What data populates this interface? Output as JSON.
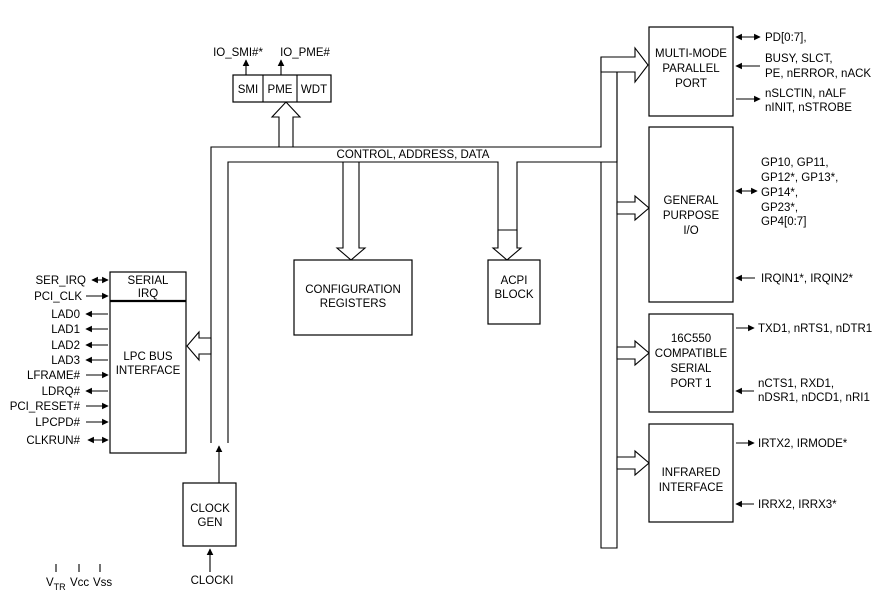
{
  "bus_label": "CONTROL, ADDRESS, DATA",
  "top": {
    "io_smi": "IO_SMI#*",
    "io_pme": "IO_PME#",
    "smi": "SMI",
    "pme": "PME",
    "wdt": "WDT"
  },
  "blocks": {
    "serial_irq": [
      "SERIAL",
      "IRQ"
    ],
    "lpc": [
      "LPC BUS",
      "INTERFACE"
    ],
    "config": [
      "CONFIGURATION",
      "REGISTERS"
    ],
    "acpi": [
      "ACPI",
      "BLOCK"
    ],
    "clock_gen": [
      "CLOCK",
      "GEN"
    ],
    "parallel": [
      "MULTI-MODE",
      "PARALLEL",
      "PORT"
    ],
    "gpio": [
      "GENERAL",
      "PURPOSE",
      "I/O"
    ],
    "serial": [
      "16C550",
      "COMPATIBLE",
      "SERIAL",
      "PORT 1"
    ],
    "infrared": [
      "INFRARED",
      "INTERFACE"
    ]
  },
  "lpc_signals": {
    "ser_irq": "SER_IRQ",
    "pci_clk": "PCI_CLK",
    "lad0": "LAD0",
    "lad1": "LAD1",
    "lad2": "LAD2",
    "lad3": "LAD3",
    "lframe": "LFRAME#",
    "ldrq": "LDRQ#",
    "pci_reset": "PCI_RESET#",
    "lpcpd": "LPCPD#",
    "clkrun": "CLKRUN#"
  },
  "clocki": "CLOCKI",
  "power": {
    "vtr_main": "V",
    "vtr_sub": "TR",
    "vcc": "Vcc",
    "vss": "Vss"
  },
  "parallel_signals": {
    "pd": "PD[0:7],",
    "in1": "BUSY, SLCT,",
    "in2": "PE, nERROR, nACK",
    "out1": "nSLCTIN, nALF",
    "out2": "nINIT, nSTROBE"
  },
  "gpio_signals": {
    "gp1": "GP10, GP11,",
    "gp2": "GP12*, GP13*,",
    "gp3": "GP14*,",
    "gp4": "GP23*,",
    "gp5": "GP4[0:7]",
    "irq": "IRQIN1*, IRQIN2*"
  },
  "serial_signals": {
    "out": "TXD1, nRTS1, nDTR1",
    "in1": "nCTS1, RXD1,",
    "in2": "nDSR1, nDCD1, nRI1"
  },
  "ir_signals": {
    "out": "IRTX2, IRMODE*",
    "in": "IRRX2, IRRX3*"
  }
}
